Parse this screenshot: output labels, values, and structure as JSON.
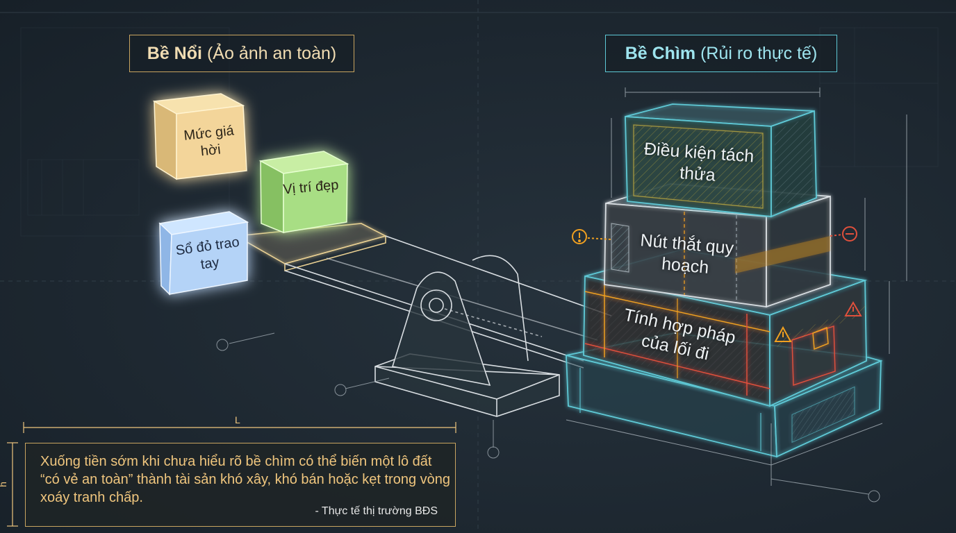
{
  "labels": {
    "surface_bold": "Bề Nổi",
    "surface_rest": "(Ảo ảnh an toàn)",
    "hidden_bold": "Bề Chìm",
    "hidden_rest": "(Rủi ro thực tế)"
  },
  "cubes": {
    "price": "Mức giá hời",
    "location": "Vị trí đẹp",
    "redbook": "Sổ đỏ trao tay"
  },
  "blocks": {
    "top": "Điều kiện tách thửa",
    "middle": "Nút thắt quy hoạch",
    "bottom": "Tính hợp pháp của lối đi"
  },
  "dimensions": {
    "length": "L",
    "height": "h"
  },
  "quote": {
    "text": "Xuống tiền sớm khi chưa hiểu rõ bề chìm có thể biến một lô đất “có vẻ an toàn” thành tài sản khó xây, khó bán hoặc kẹt trong vòng xoáy tranh chấp.",
    "source": "- Thực tế thị trường BĐS"
  },
  "colors": {
    "accent_gold": "#c9a560",
    "accent_cyan": "#5ec9d6",
    "warn_red": "#e0503c",
    "warn_orange": "#f0a020",
    "background": "#1f2a33"
  }
}
